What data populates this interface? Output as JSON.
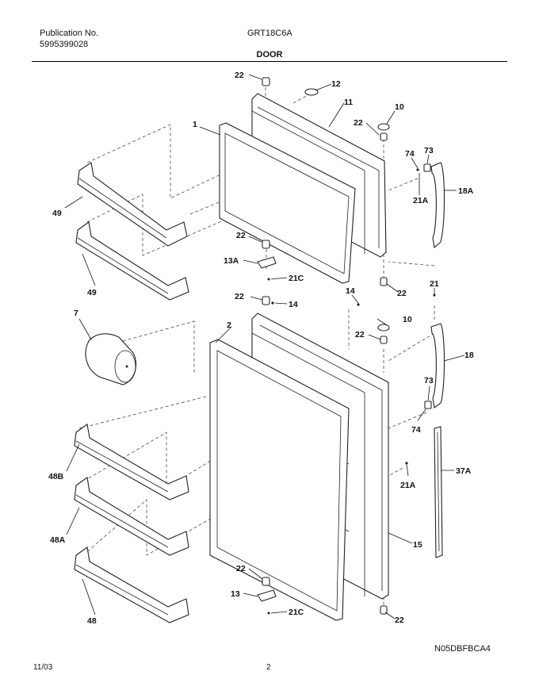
{
  "header": {
    "publication_label": "Publication No.",
    "publication_number": "5995399028",
    "model": "GRT18C6A"
  },
  "section_title": "DOOR",
  "callouts": {
    "c22a": "22",
    "c12": "12",
    "c11": "11",
    "c10a": "10",
    "c22b": "22",
    "c1": "1",
    "c74a": "74",
    "c73a": "73",
    "c21Aa": "21A",
    "c18A": "18A",
    "c49a": "49",
    "c22c": "22",
    "c13A": "13A",
    "c21Ca": "21C",
    "c49b": "49",
    "c22d": "22",
    "c21": "21",
    "c22e": "22",
    "c14a": "14",
    "c14b": "14",
    "c7": "7",
    "c2": "2",
    "c22f": "22",
    "c10b": "10",
    "c18": "18",
    "c73b": "73",
    "c74b": "74",
    "c48B": "48B",
    "c21Ab": "21A",
    "c37A": "37A",
    "c48A": "48A",
    "c15": "15",
    "c22g": "22",
    "c13": "13",
    "c21Cb": "21C",
    "c48": "48",
    "c22h": "22"
  },
  "figure_code": "N05DBFBCA4",
  "footer": {
    "date": "11/03",
    "page": "2"
  }
}
